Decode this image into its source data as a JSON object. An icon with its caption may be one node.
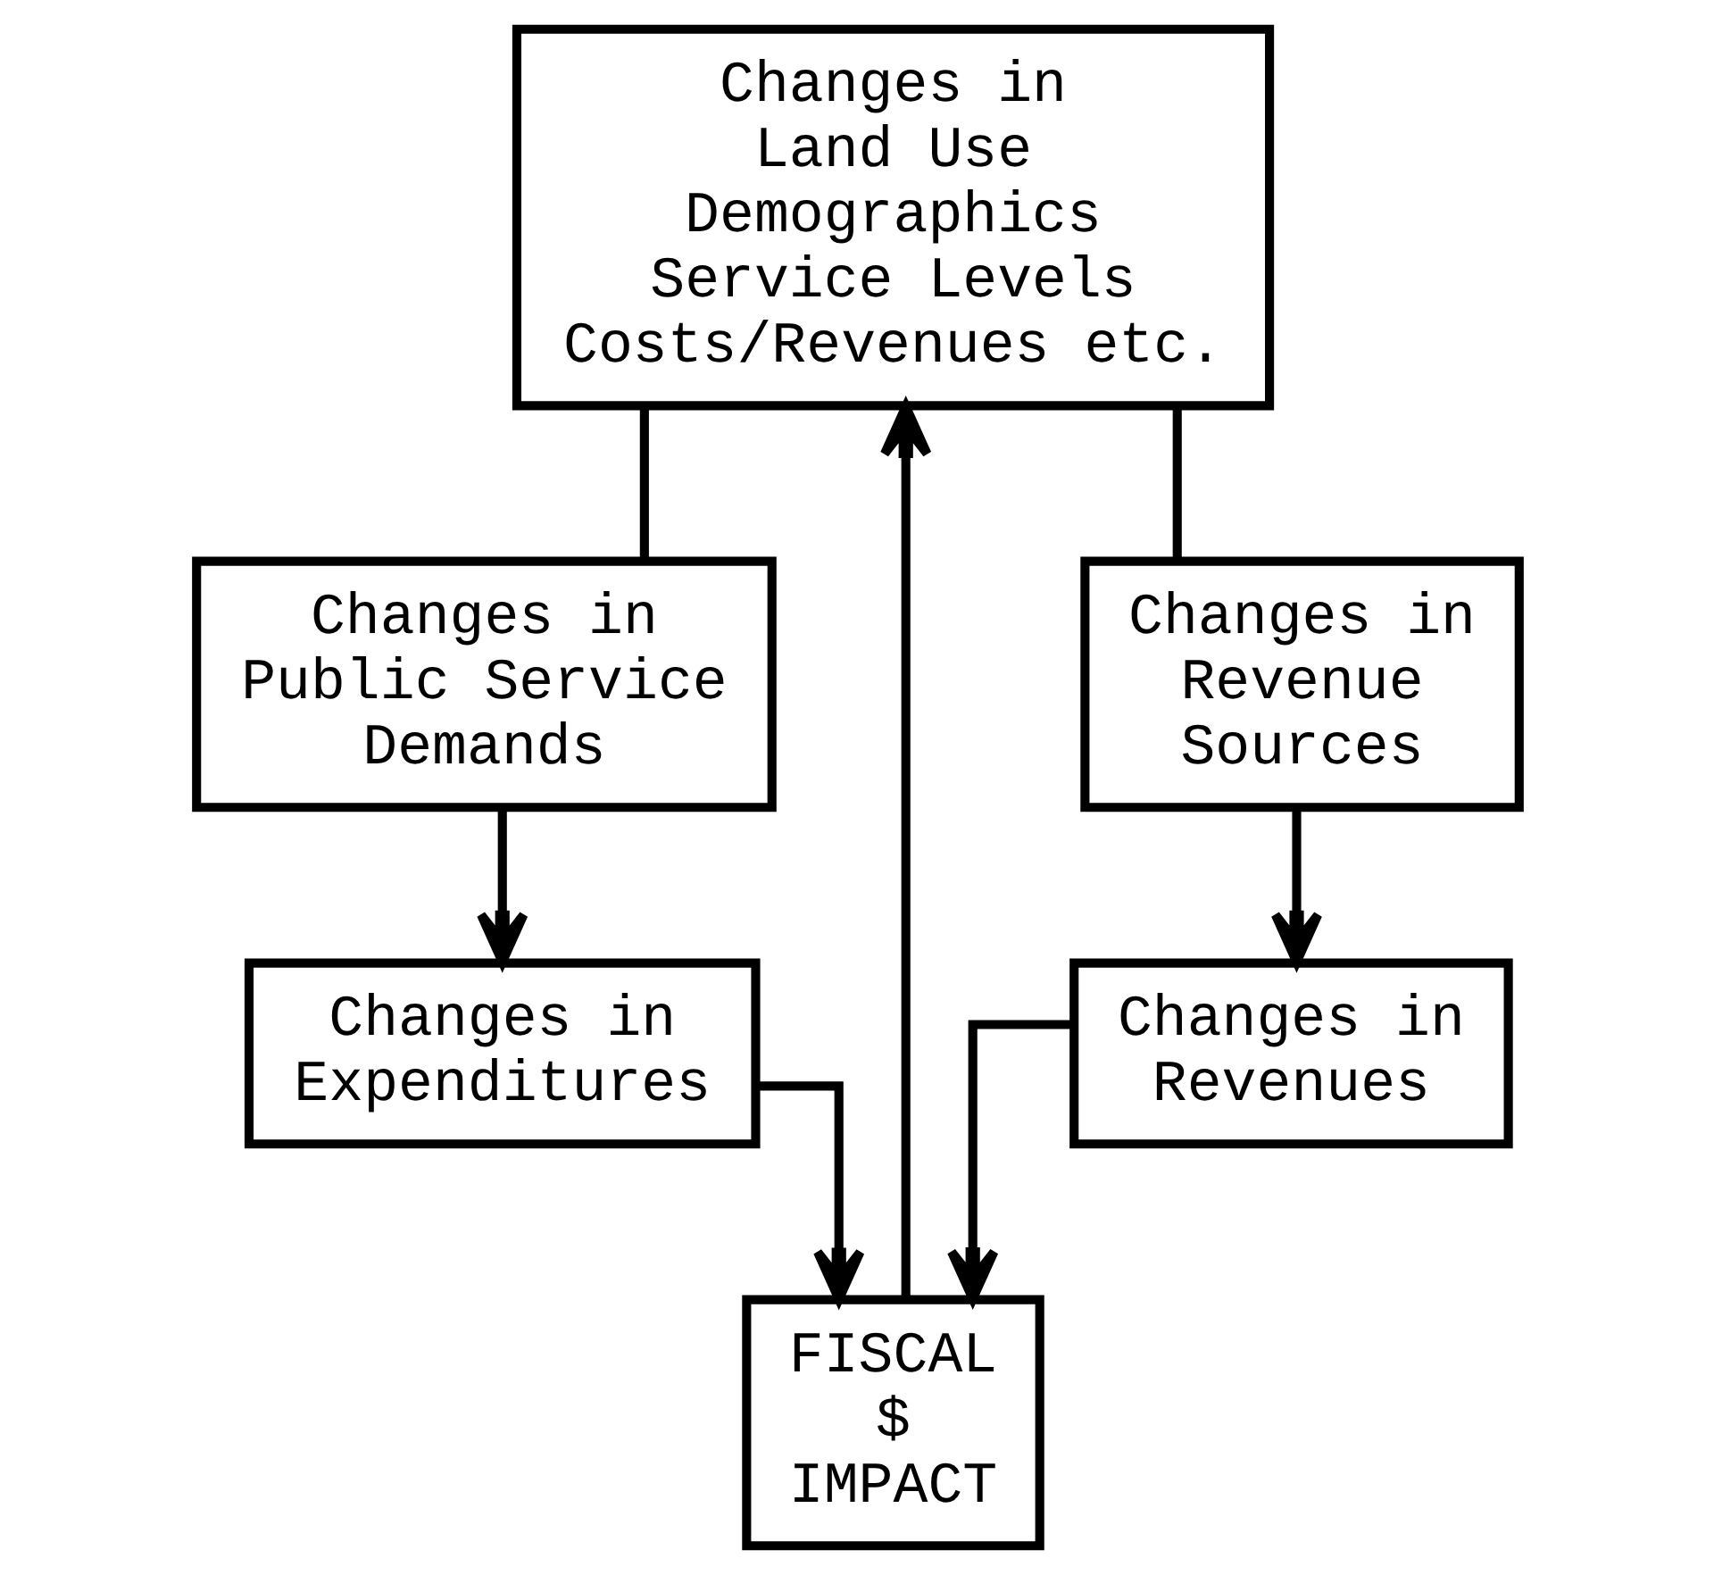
{
  "diagram": {
    "nodes": [
      {
        "text": [
          "Changes in Land Use Demographics Service Levels Costs/Revenues etc."
        ]
      },
      {
        "text": [
          "Changes in Public Service Demands"
        ]
      },
      {
        "text": [
          "Changes in Revenue Sources"
        ]
      },
      {
        "text": [
          "Changes in Expenditures"
        ]
      },
      {
        "text": [
          "Changes in Revenues"
        ]
      },
      {
        "text": [
          "FISCAL $ IMPACT"
        ]
      }
    ],
    "edges": [
      {
        "from": 0,
        "to": 1,
        "arrow": "none"
      },
      {
        "from": 0,
        "to": 2,
        "arrow": "none"
      },
      {
        "from": 1,
        "to": 3,
        "arrow": "to"
      },
      {
        "from": 2,
        "to": 4,
        "arrow": "to"
      },
      {
        "from": 3,
        "to": 5,
        "arrow": "to"
      },
      {
        "from": 4,
        "to": 5,
        "arrow": "to"
      },
      {
        "from": 5,
        "to": 0,
        "arrow": "to"
      }
    ]
  }
}
